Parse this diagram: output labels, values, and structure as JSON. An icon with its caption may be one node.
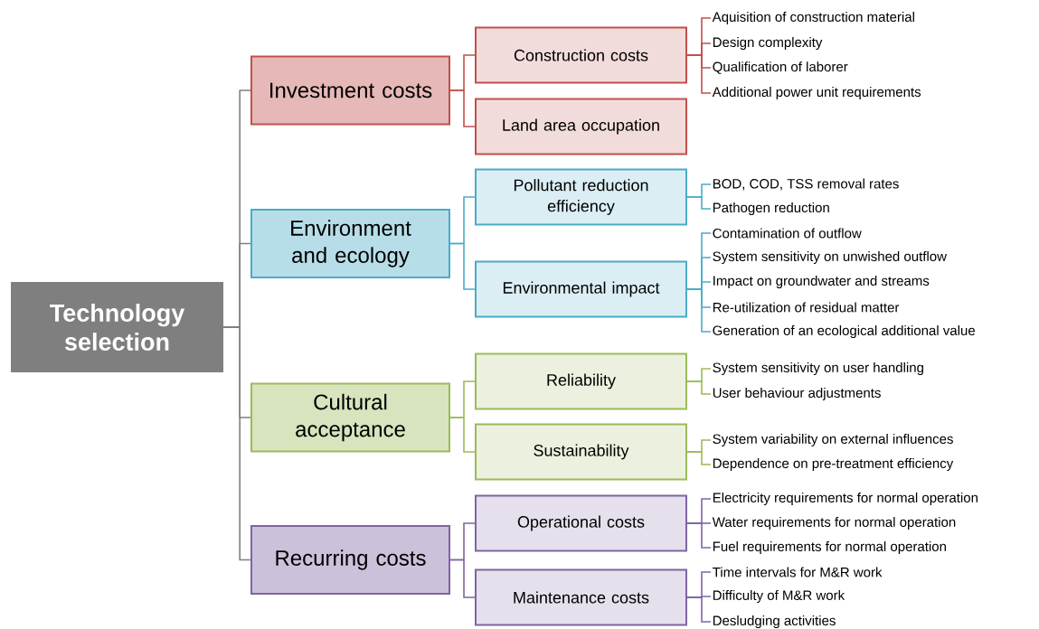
{
  "diagram": {
    "nodes": [
      {
        "text": [
          "Technology selection"
        ]
      },
      {
        "text": [
          "Investment costs"
        ]
      },
      {
        "text": [
          "Construction costs"
        ]
      },
      {
        "text": [
          "Aquisition of construction material"
        ]
      },
      {
        "text": [
          "Design complexity"
        ]
      },
      {
        "text": [
          "Qualification of laborer"
        ]
      },
      {
        "text": [
          "Additional power unit requirements"
        ]
      },
      {
        "text": [
          "Land area occupation"
        ]
      },
      {
        "text": [
          "Environment and ecology"
        ]
      },
      {
        "text": [
          "Pollutant reduction efficiency"
        ]
      },
      {
        "text": [
          "BOD, COD, TSS removal rates"
        ]
      },
      {
        "text": [
          "Pathogen reduction"
        ]
      },
      {
        "text": [
          "Environmental impact"
        ]
      },
      {
        "text": [
          "Contamination of outflow"
        ]
      },
      {
        "text": [
          "System sensitivity on unwished outflow"
        ]
      },
      {
        "text": [
          "Impact on groundwater and streams"
        ]
      },
      {
        "text": [
          "Re-utilization of residual matter"
        ]
      },
      {
        "text": [
          "Generation of an ecological additional value"
        ]
      },
      {
        "text": [
          "Cultural acceptance"
        ]
      },
      {
        "text": [
          "Reliability"
        ]
      },
      {
        "text": [
          "System sensitivity on user handling"
        ]
      },
      {
        "text": [
          "User behaviour adjustments"
        ]
      },
      {
        "text": [
          "Sustainability"
        ]
      },
      {
        "text": [
          "System variability on external influences"
        ]
      },
      {
        "text": [
          "Dependence on pre-treatment efficiency"
        ]
      },
      {
        "text": [
          "Recurring costs"
        ]
      },
      {
        "text": [
          "Operational costs"
        ]
      },
      {
        "text": [
          "Electricity requirements for normal operation"
        ]
      },
      {
        "text": [
          "Water requirements for normal operation"
        ]
      },
      {
        "text": [
          "Fuel requirements for normal operation"
        ]
      },
      {
        "text": [
          "Maintenance costs"
        ]
      },
      {
        "text": [
          "Time intervals for M&R work"
        ]
      },
      {
        "text": [
          "Difficulty of M&R work"
        ]
      },
      {
        "text": [
          "Desludging activities"
        ]
      }
    ],
    "edges": [
      {
        "from": 0,
        "to": 1,
        "arrow": "none",
        "color": "#7f7f7f"
      },
      {
        "from": 0,
        "to": 8,
        "arrow": "none",
        "color": "#7f7f7f"
      },
      {
        "from": 0,
        "to": 18,
        "arrow": "none",
        "color": "#7f7f7f"
      },
      {
        "from": 0,
        "to": 25,
        "arrow": "none",
        "color": "#7f7f7f"
      },
      {
        "from": 1,
        "to": 2,
        "arrow": "none",
        "color": "#c0504d"
      },
      {
        "from": 1,
        "to": 7,
        "arrow": "none",
        "color": "#c0504d"
      },
      {
        "from": 2,
        "to": 3,
        "arrow": "none",
        "color": "#c0504d"
      },
      {
        "from": 2,
        "to": 4,
        "arrow": "none",
        "color": "#c0504d"
      },
      {
        "from": 2,
        "to": 5,
        "arrow": "none",
        "color": "#c0504d"
      },
      {
        "from": 2,
        "to": 6,
        "arrow": "none",
        "color": "#c0504d"
      },
      {
        "from": 8,
        "to": 9,
        "arrow": "none",
        "color": "#4bacc6"
      },
      {
        "from": 8,
        "to": 12,
        "arrow": "none",
        "color": "#4bacc6"
      },
      {
        "from": 9,
        "to": 10,
        "arrow": "none",
        "color": "#4bacc6"
      },
      {
        "from": 9,
        "to": 11,
        "arrow": "none",
        "color": "#4bacc6"
      },
      {
        "from": 12,
        "to": 13,
        "arrow": "none",
        "color": "#4bacc6"
      },
      {
        "from": 12,
        "to": 14,
        "arrow": "none",
        "color": "#4bacc6"
      },
      {
        "from": 12,
        "to": 15,
        "arrow": "none",
        "color": "#4bacc6"
      },
      {
        "from": 12,
        "to": 16,
        "arrow": "none",
        "color": "#4bacc6"
      },
      {
        "from": 12,
        "to": 17,
        "arrow": "none",
        "color": "#4bacc6"
      },
      {
        "from": 18,
        "to": 19,
        "arrow": "none",
        "color": "#9bbb59"
      },
      {
        "from": 18,
        "to": 22,
        "arrow": "none",
        "color": "#9bbb59"
      },
      {
        "from": 19,
        "to": 20,
        "arrow": "none",
        "color": "#9bbb59"
      },
      {
        "from": 19,
        "to": 21,
        "arrow": "none",
        "color": "#9bbb59"
      },
      {
        "from": 22,
        "to": 23,
        "arrow": "none",
        "color": "#9bbb59"
      },
      {
        "from": 22,
        "to": 24,
        "arrow": "none",
        "color": "#9bbb59"
      },
      {
        "from": 25,
        "to": 26,
        "arrow": "none",
        "color": "#8064a2"
      },
      {
        "from": 25,
        "to": 30,
        "arrow": "none",
        "color": "#8064a2"
      },
      {
        "from": 26,
        "to": 27,
        "arrow": "none",
        "color": "#8064a2"
      },
      {
        "from": 26,
        "to": 28,
        "arrow": "none",
        "color": "#8064a2"
      },
      {
        "from": 26,
        "to": 29,
        "arrow": "none",
        "color": "#8064a2"
      },
      {
        "from": 30,
        "to": 31,
        "arrow": "none",
        "color": "#8064a2"
      },
      {
        "from": 30,
        "to": 32,
        "arrow": "none",
        "color": "#8064a2"
      },
      {
        "from": 30,
        "to": 33,
        "arrow": "none",
        "color": "#8064a2"
      }
    ]
  }
}
